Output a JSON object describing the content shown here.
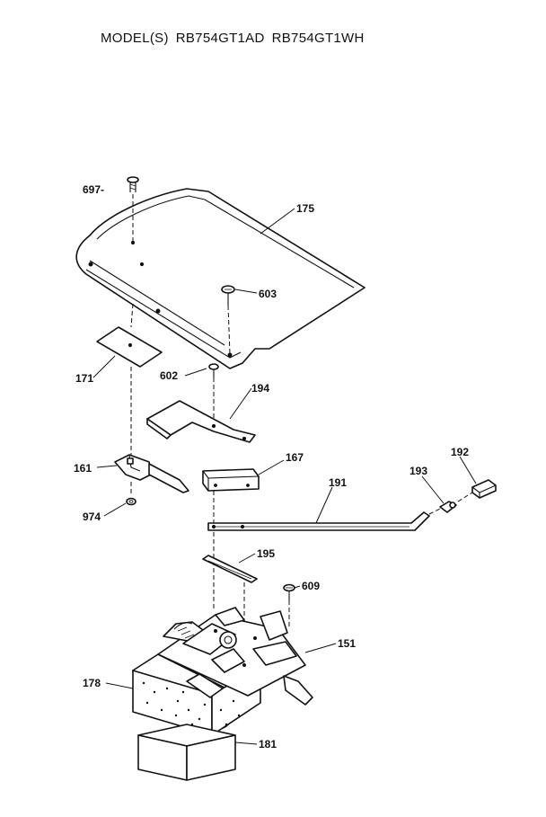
{
  "header": {
    "model_prefix": "MODEL(S)",
    "model_1": "RB754GT1AD",
    "model_2": "RB754GT1WH"
  },
  "parts": {
    "p697": "697-",
    "p175": "175",
    "p603": "603",
    "p171": "171",
    "p602": "602",
    "p194": "194",
    "p161": "161",
    "p167": "167",
    "p192": "192",
    "p193": "193",
    "p191": "191",
    "p974": "974",
    "p195": "195",
    "p609": "609",
    "p151": "151",
    "p178": "178",
    "p181": "181"
  }
}
